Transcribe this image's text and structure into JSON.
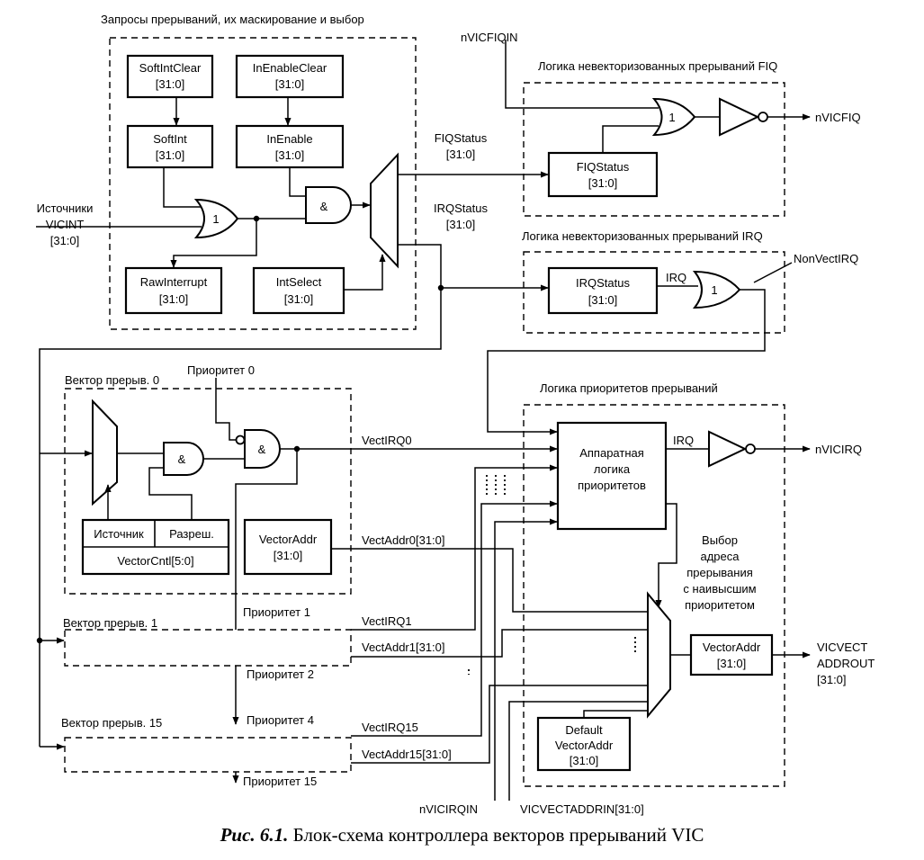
{
  "sections": {
    "requests": "Запросы прерываний, их маскирование и выбор",
    "fiq_logic": "Логика невекторизованных прерываний FIQ",
    "irq_logic": "Логика невекторизованных прерываний IRQ",
    "priority_logic": "Логика приоритетов прерываний",
    "vector0": "Вектор прерыв. 0",
    "vector1": "Вектор прерыв. 1",
    "vector15": "Вектор прерыв. 15"
  },
  "blocks": {
    "softintclear": [
      "SoftIntClear",
      "[31:0]"
    ],
    "inenableclear": [
      "InEnableClear",
      "[31:0]"
    ],
    "softint": [
      "SoftInt",
      "[31:0]"
    ],
    "inenable": [
      "InEnable",
      "[31:0]"
    ],
    "rawinterrupt": [
      "RawInterrupt",
      "[31:0]"
    ],
    "intselect": [
      "IntSelect",
      "[31:0]"
    ],
    "fiqstatus": [
      "FIQStatus",
      "[31:0]"
    ],
    "irqstatus": [
      "IRQStatus",
      "[31:0]"
    ],
    "source": "Источник",
    "enable": "Разреш.",
    "vectorcntl": "VectorCntl[5:0]",
    "vectoraddr0": [
      "VectorAddr",
      "[31:0]"
    ],
    "hw_priority": [
      "Аппаратная",
      "логика",
      "приоритетов"
    ],
    "vectoraddr_out": [
      "VectorAddr",
      "[31:0]"
    ],
    "default_vectoraddr": [
      "Default",
      "VectorAddr",
      "[31:0]"
    ]
  },
  "gates": {
    "or": "1",
    "and": "&"
  },
  "signals": {
    "sources": [
      "Источники",
      "VICINT",
      "[31:0]"
    ],
    "nvicfiqin": "nVICFIQIN",
    "nvicfiq": "nVICFIQ",
    "fiqstatus_bus": [
      "FIQStatus",
      "[31:0]"
    ],
    "irqstatus_bus": [
      "IRQStatus",
      "[31:0]"
    ],
    "irq": "IRQ",
    "nonvectirq": "NonVectIRQ",
    "nvicirq": "nVICIRQ",
    "priority0": "Приоритет 0",
    "priority1": "Приоритет 1",
    "priority2": "Приоритет 2",
    "priority4": "Приоритет 4",
    "priority15": "Приоритет 15",
    "vectirq0": "VectIRQ0",
    "vectaddr0": "VectAddr0[31:0]",
    "vectirq1": "VectIRQ1",
    "vectaddr1": "VectAddr1[31:0]",
    "vectirq15": "VectIRQ15",
    "vectaddr15": "VectAddr15[31:0]",
    "addr_select": [
      "Выбор",
      "адреса",
      "прерывания",
      "с наивысшим",
      "приоритетом"
    ],
    "vicvectaddrout": [
      "VICVECT",
      "ADDROUT",
      "[31:0]"
    ],
    "nvicirqin": "nVICIRQIN",
    "vicvectaddrin": "VICVECTADDRIN[31:0]"
  },
  "caption": {
    "number": "Рис. 6.1.",
    "text": "Блок-схема контроллера векторов прерываний VIC"
  }
}
